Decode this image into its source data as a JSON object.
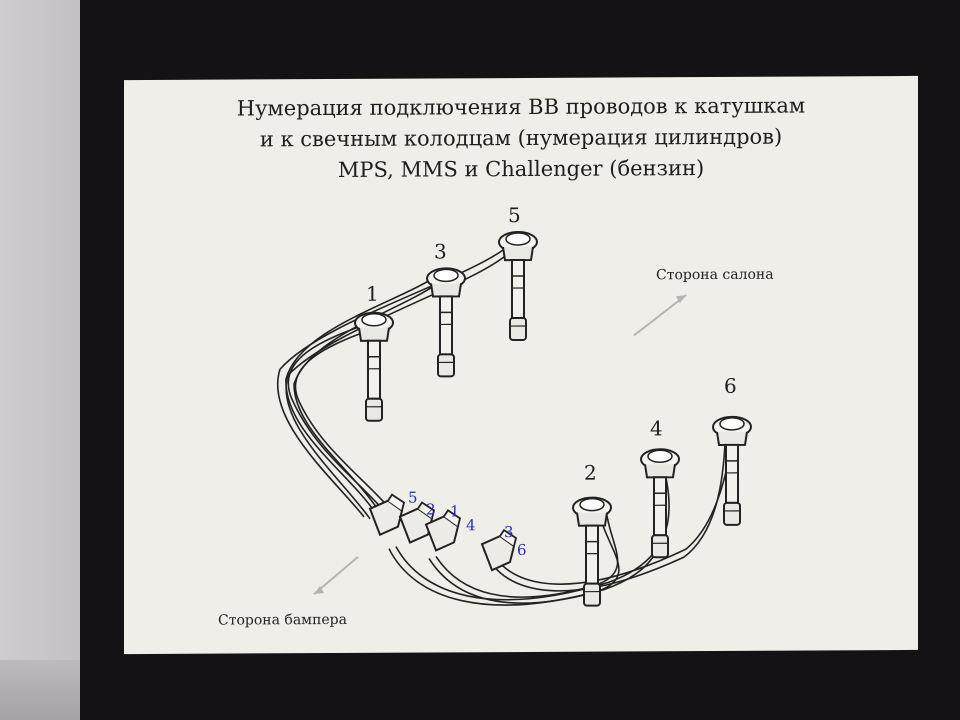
{
  "title": {
    "line1": "Нумерация подключения ВВ проводов к катушкам",
    "line2": "и к свечным колодцам (нумерация цилиндров)",
    "line3": "MPS, MMS и Challenger (бензин)"
  },
  "direction_labels": {
    "cabin_side": "Сторона салона",
    "bumper_side": "Сторона бампера"
  },
  "cylinder_numbers": {
    "c1": "1",
    "c3": "3",
    "c5": "5",
    "c2": "2",
    "c4": "4",
    "c6": "6"
  },
  "connector_numbers": {
    "n5": "5",
    "n2": "2",
    "n1": "1",
    "n4": "4",
    "n3": "3",
    "n6": "6"
  },
  "colors": {
    "connector_number_color": "#2a2ac8",
    "arrow_color": "#b7b3b3"
  }
}
